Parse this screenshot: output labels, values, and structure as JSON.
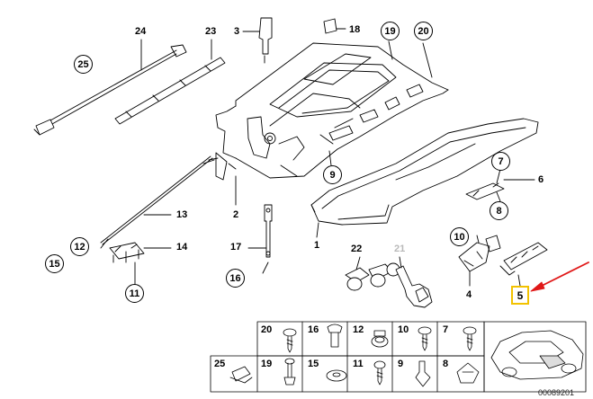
{
  "diagram": {
    "part_labels": {
      "p24": "24",
      "p23": "23",
      "p3": "3",
      "p18": "18",
      "p13": "13",
      "p2": "2",
      "p14": "14",
      "p17": "17",
      "p1": "1",
      "p22": "22",
      "p21": "21",
      "p6": "6",
      "p4": "4",
      "p5": "5"
    },
    "circled_labels": {
      "c25": "25",
      "c19": "19",
      "c20": "20",
      "c9": "9",
      "c7": "7",
      "c8": "8",
      "c12": "12",
      "c15": "15",
      "c11": "11",
      "c16": "16",
      "c10": "10"
    },
    "highlighted_part": "5",
    "arrow_color": "#e01818",
    "highlight_color": "#f2c200"
  },
  "parts_table": {
    "row1": [
      "20",
      "16",
      "12",
      "10",
      "7"
    ],
    "row2": [
      "25",
      "19",
      "15",
      "11",
      "9",
      "8"
    ]
  },
  "document_id": "00089201"
}
